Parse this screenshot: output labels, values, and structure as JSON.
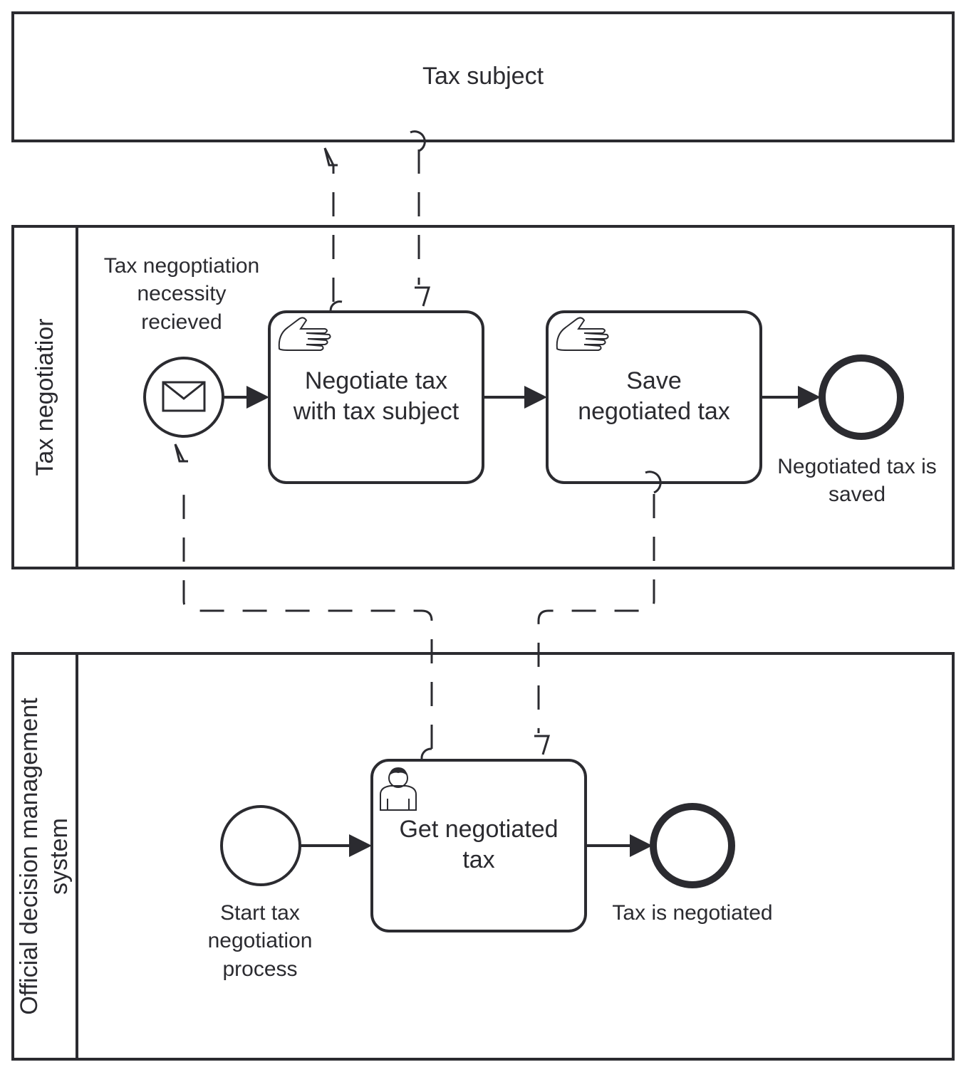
{
  "pools": {
    "tax_subject": {
      "title": "Tax subject"
    },
    "tax_negotiator": {
      "title": "Tax negotiatior"
    },
    "odms": {
      "title_line1": "Official decision management",
      "title_line2": "system"
    }
  },
  "events": {
    "msg_start": {
      "label_lines": [
        "Tax negoptiation",
        "necessity",
        "recieved"
      ],
      "icon": "envelope-icon"
    },
    "end_saved": {
      "label_lines": [
        "Negotiated tax is",
        "saved"
      ]
    },
    "start_process": {
      "label_lines": [
        "Start tax",
        "negotiation",
        "process"
      ]
    },
    "end_negotiated": {
      "label_lines": [
        "Tax is negotiated"
      ]
    }
  },
  "tasks": {
    "negotiate": {
      "label_lines": [
        "Negotiate tax",
        "with tax subject"
      ],
      "icon": "hand-icon"
    },
    "save": {
      "label_lines": [
        "Save",
        "negotiated tax"
      ],
      "icon": "hand-icon"
    },
    "get": {
      "label_lines": [
        "Get negotiated",
        "tax"
      ],
      "icon": "user-icon"
    }
  },
  "colors": {
    "stroke": "#2b2b30",
    "background": "#ffffff"
  }
}
